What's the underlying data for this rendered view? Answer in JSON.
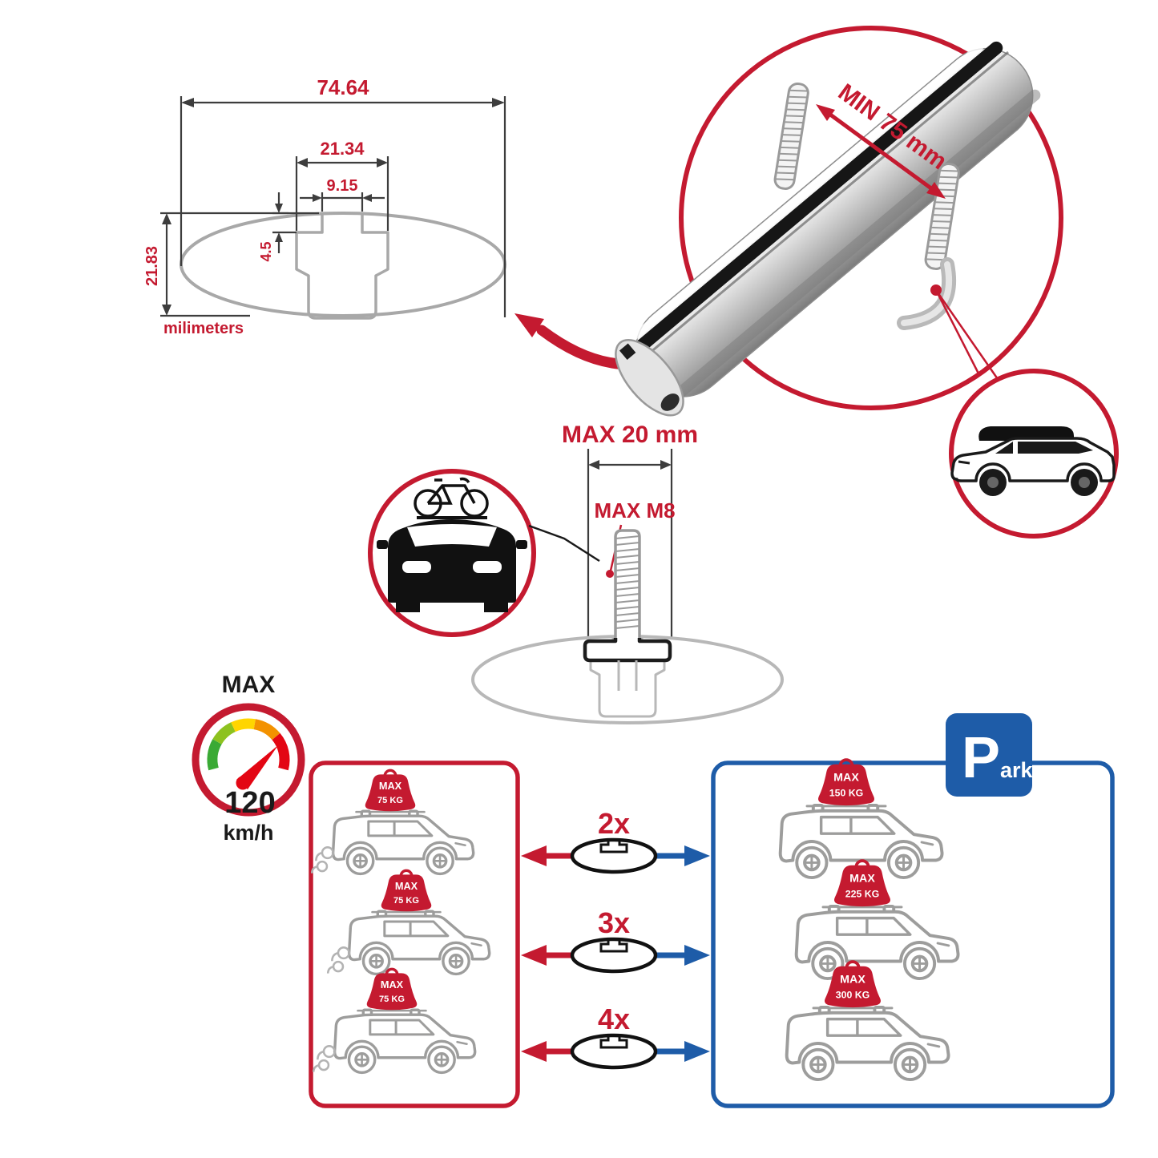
{
  "colors": {
    "accent_red": "#c41a30",
    "accent_blue": "#1e5ca8",
    "outline_gray": "#9d9d9c",
    "gauge_green": "#3aaa35",
    "gauge_yellow": "#ffd500",
    "gauge_orange": "#f39200",
    "gauge_red": "#e30613"
  },
  "profile_dimensions": {
    "total_width": "74.64",
    "channel_width": "21.34",
    "slot_width": "9.15",
    "slot_depth": "4.5",
    "total_height": "21.83",
    "units": "milimeters"
  },
  "clamp": {
    "min_clearance": "MIN 75 mm"
  },
  "bolt": {
    "max_width": "MAX 20 mm",
    "max_thread": "MAX M8"
  },
  "speed_gauge": {
    "title": "MAX",
    "value": "120",
    "unit": "km/h"
  },
  "crossbar_options": [
    {
      "count": "2x"
    },
    {
      "count": "3x"
    },
    {
      "count": "4x"
    }
  ],
  "driving_loads": [
    {
      "label": "MAX",
      "weight": "75 KG"
    },
    {
      "label": "MAX",
      "weight": "75 KG"
    },
    {
      "label": "MAX",
      "weight": "75 KG"
    }
  ],
  "parked_loads": [
    {
      "label": "MAX",
      "weight": "150 KG"
    },
    {
      "label": "MAX",
      "weight": "225 KG"
    },
    {
      "label": "MAX",
      "weight": "300 KG"
    }
  ],
  "park_sign": {
    "initial": "P",
    "rest": "ark"
  }
}
